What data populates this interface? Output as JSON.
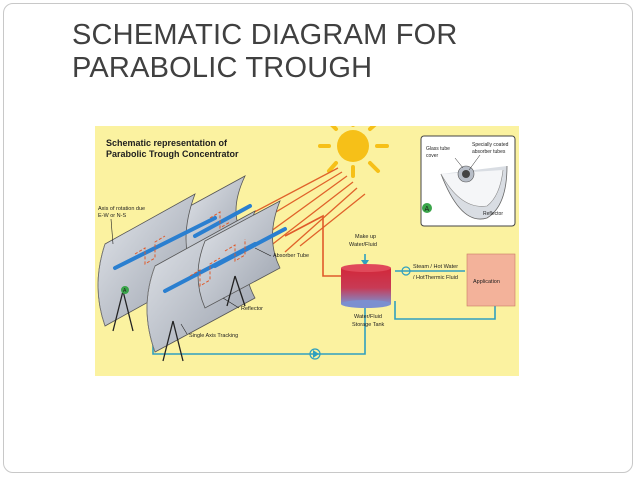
{
  "slide": {
    "title_line1": "SCHEMATIC DIAGRAM FOR",
    "title_line2": "PARABOLIC TROUGH"
  },
  "diagram": {
    "heading_line1": "Schematic representation of",
    "heading_line2": "Parabolic Trough Concentrator",
    "axis_label_line1": "Axis of rotation due",
    "axis_label_line2": "E-W or N-S",
    "absorber_tube": "Absorber Tube",
    "reflector": "Reflector",
    "single_axis_tracking": "Single Axis Tracking",
    "makeup_line1": "Make up",
    "makeup_line2": "Water/Fluid",
    "steam_line1": "Steam / Hot Water",
    "steam_line2": "/ HotThermic Fluid",
    "storage_line1": "Water/Fluid",
    "storage_line2": "Storage Tank",
    "application": "Application",
    "marker_a": "A",
    "inset": {
      "glass_line1": "Glass tube",
      "glass_line2": "cover",
      "coated_line1": "Specially coated",
      "coated_line2": "absorber tubes",
      "reflector": "Reflector",
      "marker": "A"
    },
    "colors": {
      "background": "#fbf2a0",
      "pipe": "#2f9fbf",
      "hot_pipe": "#e05a2a",
      "sun": "#f6c018",
      "trough": "#bfc5cf",
      "tube": "#2a7fd0",
      "tank_top": "#d2283a",
      "tank_bottom": "#7b8fd0",
      "application": "#f3b29a",
      "marker": "#3aa54a"
    }
  }
}
